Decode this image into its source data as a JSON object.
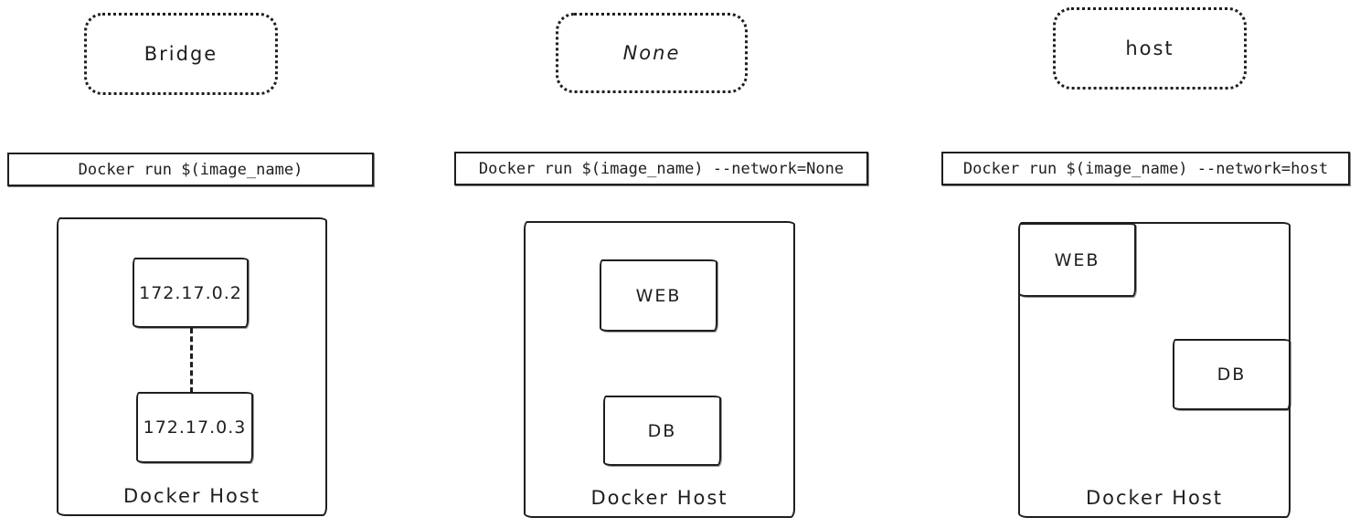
{
  "diagram": {
    "colors": {
      "stroke": "#1e1e1e",
      "background": "#ffffff"
    },
    "columns": [
      {
        "id": "bridge",
        "badge": "Bridge",
        "command": "Docker run $(image_name)",
        "host_label": "Docker Host",
        "containers": [
          {
            "label": "172.17.0.2"
          },
          {
            "label": "172.17.0.3"
          }
        ],
        "connector": "dashed-line-between-containers"
      },
      {
        "id": "none",
        "badge": "None",
        "command": "Docker run $(image_name) --network=None",
        "host_label": "Docker Host",
        "containers": [
          {
            "label": "WEB"
          },
          {
            "label": "DB"
          }
        ]
      },
      {
        "id": "host",
        "badge": "host",
        "command": "Docker run $(image_name) --network=host",
        "host_label": "Docker Host",
        "containers": [
          {
            "label": "WEB"
          },
          {
            "label": "DB"
          }
        ]
      }
    ]
  }
}
